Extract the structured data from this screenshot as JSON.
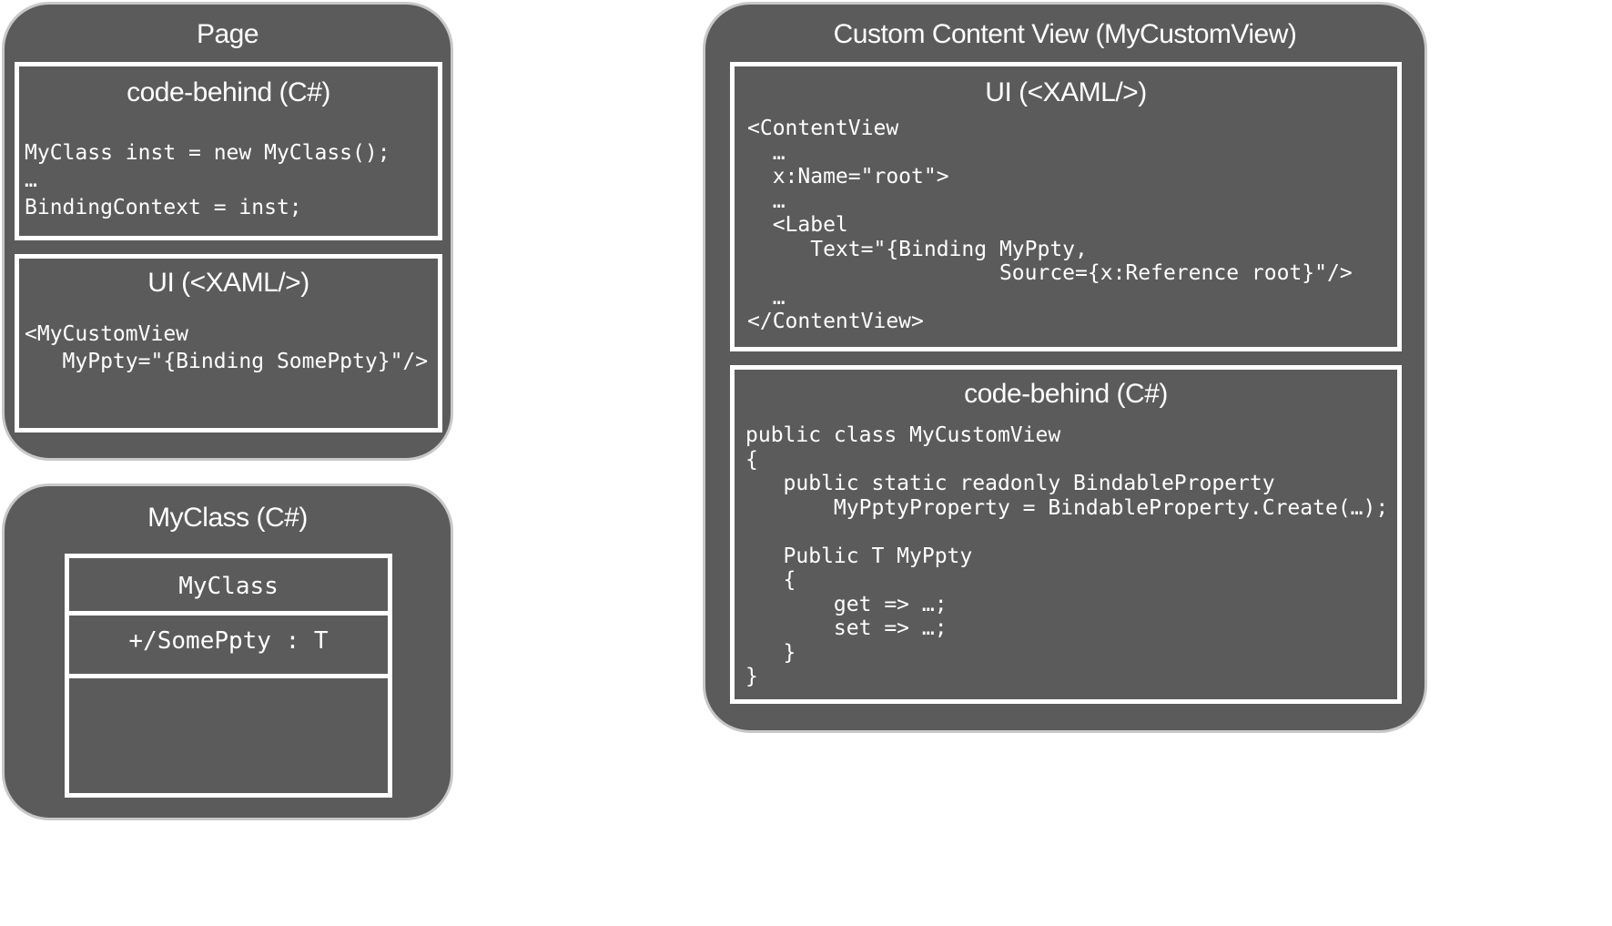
{
  "page_panel": {
    "title": "Page",
    "code_behind": {
      "title": "code-behind (C#)",
      "lines": [
        "MyClass inst = new MyClass();",
        "…",
        "BindingContext = inst;"
      ]
    },
    "ui": {
      "title": "UI (<XAML/>)",
      "lines": [
        "<MyCustomView",
        "   MyPpty=\"{Binding SomePpty}\"/>"
      ]
    }
  },
  "myclass_panel": {
    "title": "MyClass (C#)",
    "uml": {
      "name": "MyClass",
      "attribute": "+/SomePpty : T"
    }
  },
  "custom_view_panel": {
    "title": "Custom Content View (MyCustomView)",
    "ui": {
      "title": "UI (<XAML/>)",
      "lines": [
        "<ContentView",
        "  …",
        "  x:Name=\"root\">",
        "  …",
        "  <Label",
        "     Text=\"{Binding MyPpty,",
        "                    Source={x:Reference root}\"/>",
        "  …",
        "</ContentView>"
      ]
    },
    "code_behind": {
      "title": "code-behind (C#)",
      "lines": [
        "public class MyCustomView",
        "{",
        "   public static readonly BindableProperty",
        "       MyPptyProperty = BindableProperty.Create(…);",
        "",
        "   Public T MyPpty",
        "   {",
        "       get => …;",
        "       set => …;",
        "   }",
        "}"
      ]
    }
  },
  "colors": {
    "panel_fill": "#5b5b5b",
    "panel_border": "#c8c8c8",
    "box_border": "#ffffff",
    "text": "#ffffff",
    "background": "#ffffff"
  }
}
